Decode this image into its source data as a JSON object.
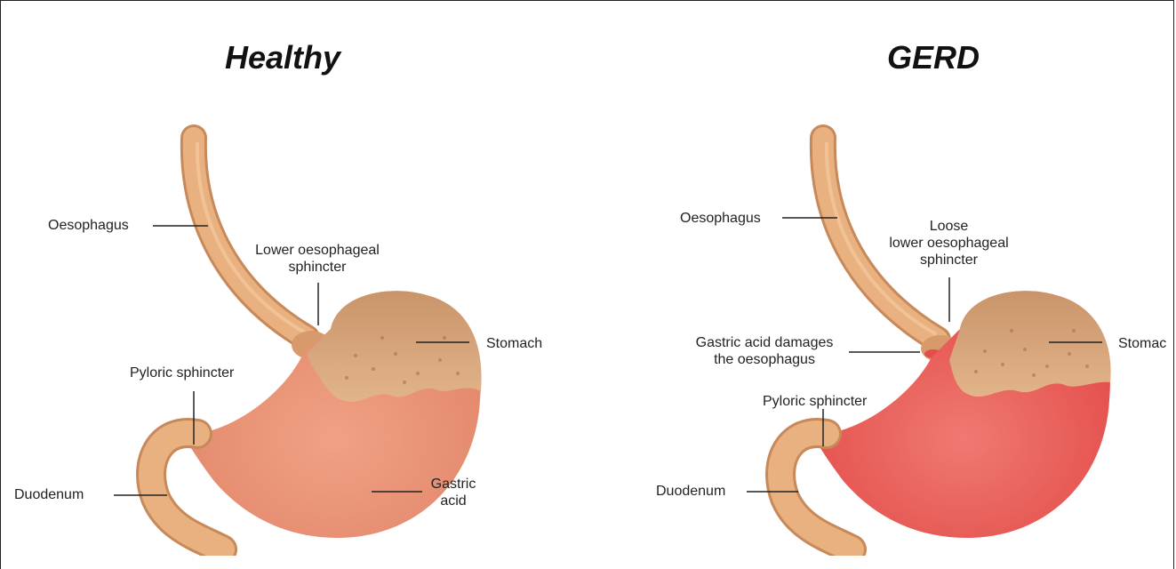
{
  "panels": {
    "healthy": {
      "title": "Healthy",
      "labels": {
        "oesophagus": "Oesophagus",
        "les_line1": "Lower oesophageal",
        "les_line2": "sphincter",
        "stomach": "Stomach",
        "pyloric": "Pyloric sphincter",
        "duodenum": "Duodenum",
        "gastric_line1": "Gastric",
        "gastric_line2": "acid"
      }
    },
    "gerd": {
      "title": "GERD",
      "labels": {
        "oesophagus": "Oesophagus",
        "les_line1": "Loose",
        "les_line2": "lower oesophageal",
        "les_line3": "sphincter",
        "damage_line1": "Gastric acid damages",
        "damage_line2": "the oesophagus",
        "stomach": "Stomac",
        "pyloric": "Pyloric sphincter",
        "duodenum": "Duodenum"
      }
    }
  },
  "colors": {
    "tube": "#e8b17f",
    "tube_dark": "#c8895a",
    "fundus": "#d9a47a",
    "healthy_acid": "#ec9478",
    "gerd_acid": "#ea5a55",
    "line": "#222222"
  }
}
